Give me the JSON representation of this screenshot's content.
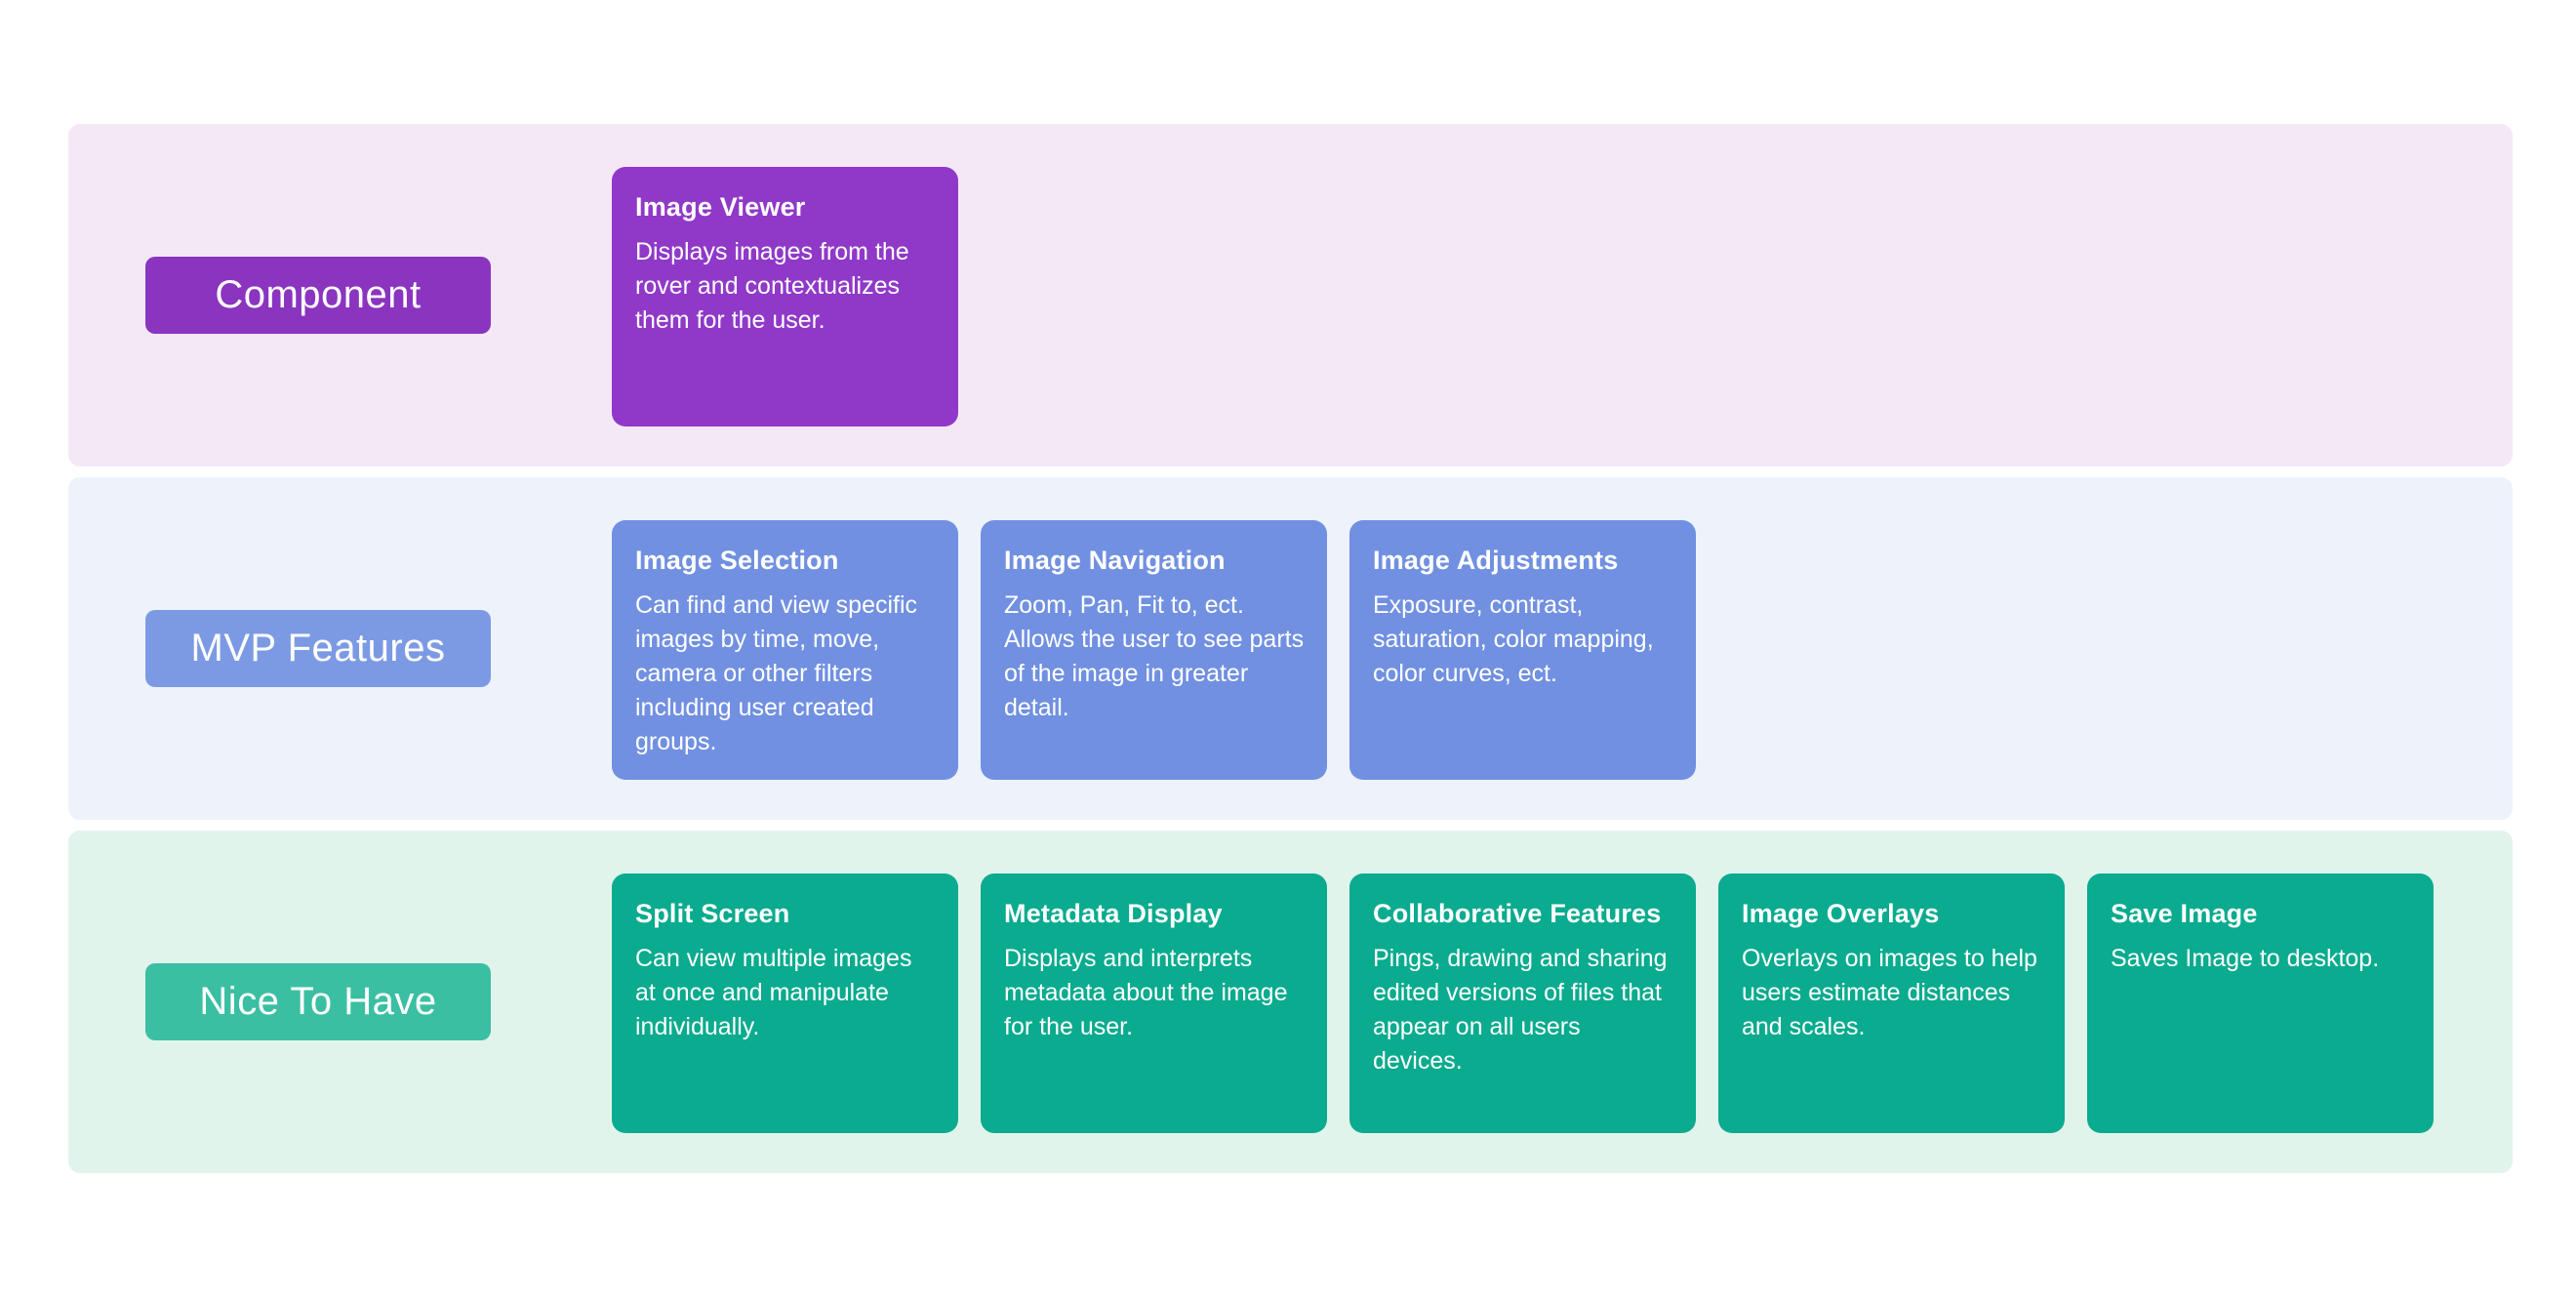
{
  "page": {
    "background_color": "#ffffff"
  },
  "rows": [
    {
      "id": "component",
      "label": "Component",
      "band_color": "#f5e8f6",
      "label_color": "#8a34c0",
      "card_color": "#9039c8",
      "cards": [
        {
          "title": "Image Viewer",
          "description": "Displays images from the rover and contextualizes them for the user."
        }
      ]
    },
    {
      "id": "mvp-features",
      "label": "MVP Features",
      "band_color": "#edf2fb",
      "label_color": "#7c9ae4",
      "card_color": "#7190e1",
      "cards": [
        {
          "title": "Image Selection",
          "description": "Can find and view specific images by time, move, camera or other filters including user created groups."
        },
        {
          "title": "Image Navigation",
          "description": "Zoom, Pan, Fit to, ect. Allows the user to see parts of the image in greater detail."
        },
        {
          "title": "Image Adjustments",
          "description": "Exposure, contrast, saturation, color mapping, color curves, ect."
        }
      ]
    },
    {
      "id": "nice-to-have",
      "label": "Nice To Have",
      "band_color": "#e1f4ec",
      "label_color": "#3bbfa2",
      "card_color": "#0aab8e",
      "cards": [
        {
          "title": "Split Screen",
          "description": "Can view multiple images at once and manipulate individually."
        },
        {
          "title": "Metadata Display",
          "description": "Displays and interprets metadata about the image for the user."
        },
        {
          "title": "Collaborative Features",
          "description": "Pings, drawing and sharing edited versions of files that appear on all users devices."
        },
        {
          "title": "Image Overlays",
          "description": "Overlays on images to help users estimate distances and scales."
        },
        {
          "title": "Save Image",
          "description": "Saves Image to desktop."
        }
      ]
    }
  ]
}
